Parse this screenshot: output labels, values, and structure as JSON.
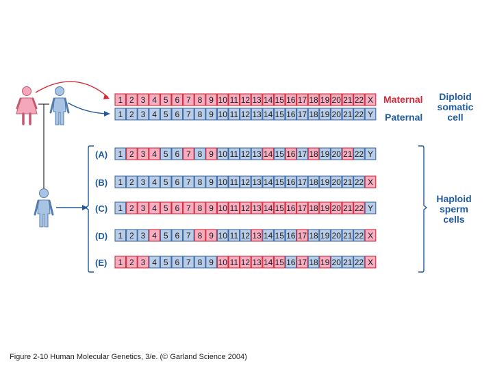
{
  "colors": {
    "maternal_fill": "#f7aec0",
    "maternal_edge": "#d42a3a",
    "paternal_fill": "#b9cde6",
    "paternal_edge": "#3c6aa8",
    "accent_blue": "#1f5a9c",
    "accent_red": "#d42a3a",
    "person_female": "#f4a7bb",
    "person_male": "#a8c3e3"
  },
  "icons": [
    "female-parent-icon",
    "male-parent-icon",
    "son-icon"
  ],
  "chromosome_labels": [
    "1",
    "2",
    "3",
    "4",
    "5",
    "6",
    "7",
    "8",
    "9",
    "10",
    "11",
    "12",
    "13",
    "14",
    "15",
    "16",
    "17",
    "18",
    "19",
    "20",
    "21",
    "22"
  ],
  "labels": {
    "maternal": "Maternal",
    "paternal": "Paternal",
    "diploid": [
      "Diploid",
      "somatic",
      "cell"
    ],
    "haploid": [
      "Haploid",
      "sperm",
      "cells"
    ]
  },
  "diploid_rows": [
    {
      "id": "maternal",
      "sex": "X",
      "origin": "M"
    },
    {
      "id": "paternal",
      "sex": "Y",
      "origin": "P"
    }
  ],
  "sperm_cells": [
    {
      "label": "(A)",
      "sex": "Y",
      "pattern": "PMMMPPMPMPPPPMPMPMPPMP"
    },
    {
      "label": "(B)",
      "sex": "X",
      "pattern": "PPPPPPPPPPPPPPPPPPPPPP"
    },
    {
      "label": "(C)",
      "sex": "Y",
      "pattern": "PMMMMMMMMMMMMMMMMMMMMM"
    },
    {
      "label": "(D)",
      "sex": "X",
      "pattern": "PPPMPPPMMPPPMPPPMPPPPP"
    },
    {
      "label": "(E)",
      "sex": "X",
      "pattern": "MMMPPPPPPMMMMMMPMPMPPP"
    }
  ],
  "caption": "Figure 2-10  Human Molecular Genetics, 3/e.  (© Garland Science 2004)"
}
